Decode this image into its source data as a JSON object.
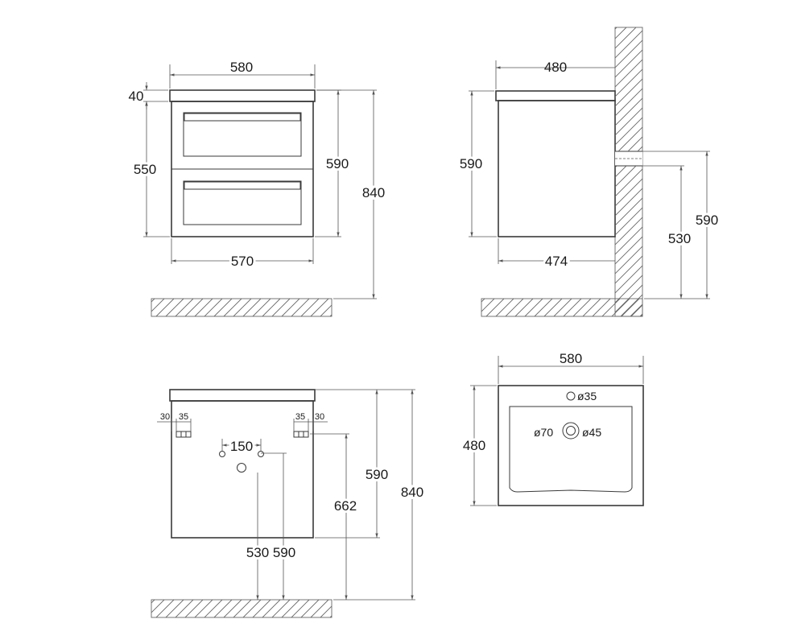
{
  "front_view": {
    "dims": {
      "top_width": "580",
      "top_thickness": "40",
      "body_height": "550",
      "cabinet_height": "590",
      "total_height": "840",
      "body_width": "570"
    }
  },
  "side_view": {
    "dims": {
      "depth": "480",
      "cabinet_height": "590",
      "drain_height": "530",
      "pipe_height": "590",
      "body_depth": "474"
    }
  },
  "rear_view": {
    "dims": {
      "left_hook_offset": "30",
      "left_hook_width": "35",
      "right_hook_width": "35",
      "right_hook_offset": "30",
      "inlet_spacing": "150",
      "cabinet_height": "590",
      "hook_height": "662",
      "total_height": "840",
      "drain_height": "530",
      "inlet_height": "590"
    }
  },
  "top_view": {
    "dims": {
      "width": "580",
      "depth": "480",
      "tap_hole": "ø35",
      "drain_hole": "ø70",
      "overflow_hole": "ø45"
    }
  }
}
